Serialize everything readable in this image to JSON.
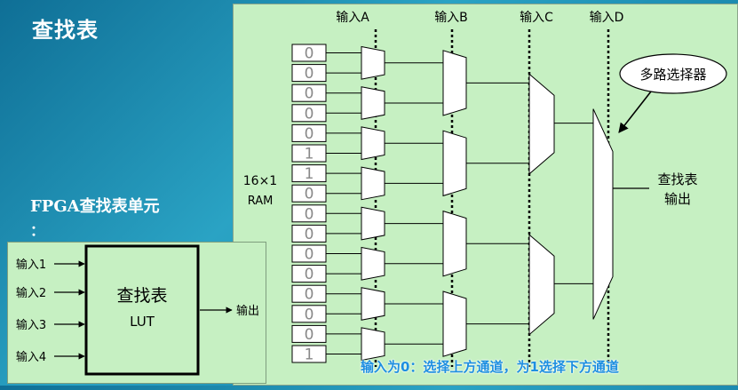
{
  "slide_title": "查找表",
  "lut_heading": "FPGA查找表单元",
  "lut_heading_colon": "：",
  "lut_box": {
    "title": "查找表",
    "subtitle": "LUT",
    "inputs": [
      "输入1",
      "输入2",
      "输入3",
      "输入4"
    ],
    "output": "输出"
  },
  "diagram": {
    "column_labels": [
      "输入A",
      "输入B",
      "输入C",
      "输入D"
    ],
    "ram_label_line1": "16×1",
    "ram_label_line2": "RAM",
    "ram_bits": [
      "0",
      "0",
      "0",
      "0",
      "0",
      "1",
      "1",
      "0",
      "0",
      "0",
      "0",
      "0",
      "0",
      "0",
      "0",
      "1"
    ],
    "mux_callout": "多路选择器",
    "output_label_line1": "查找表",
    "output_label_line2": "输出"
  },
  "footer_note": "输入为0：选择上方通道，为1选择下方通道"
}
